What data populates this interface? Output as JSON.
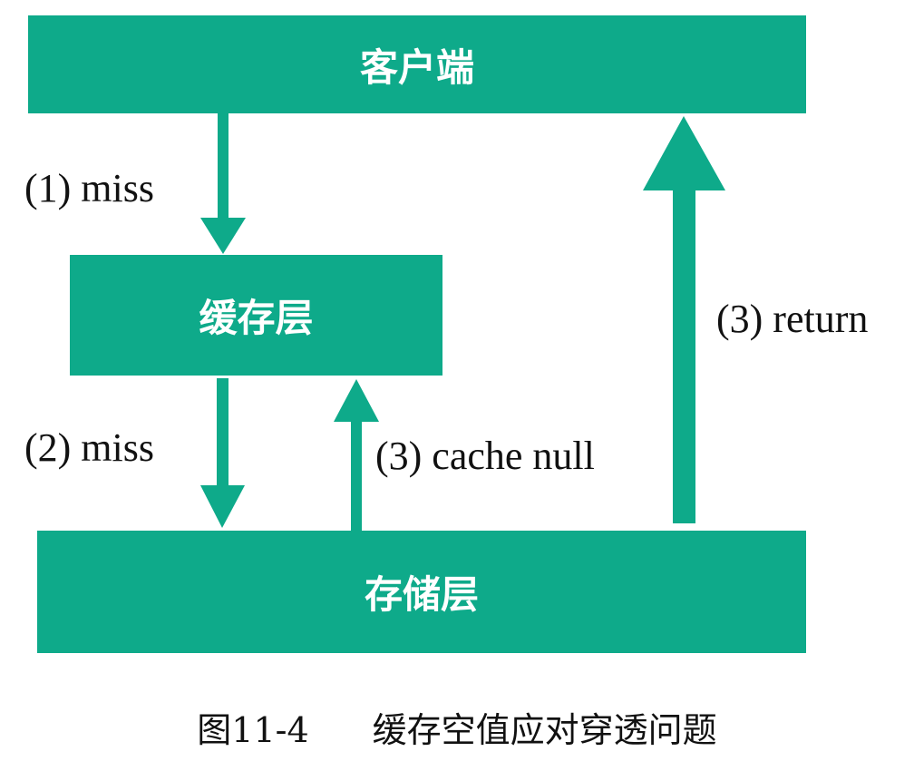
{
  "nodes": {
    "client": "客户端",
    "cache": "缓存层",
    "storage": "存储层"
  },
  "edges": {
    "miss1": "(1) miss",
    "miss2": "(2) miss",
    "cache_null": "(3) cache null",
    "return": "(3) return"
  },
  "caption": {
    "number": "图11-4",
    "title": "缓存空值应对穿透问题"
  },
  "colors": {
    "accent": "#0eaa8a",
    "text": "#111111"
  }
}
